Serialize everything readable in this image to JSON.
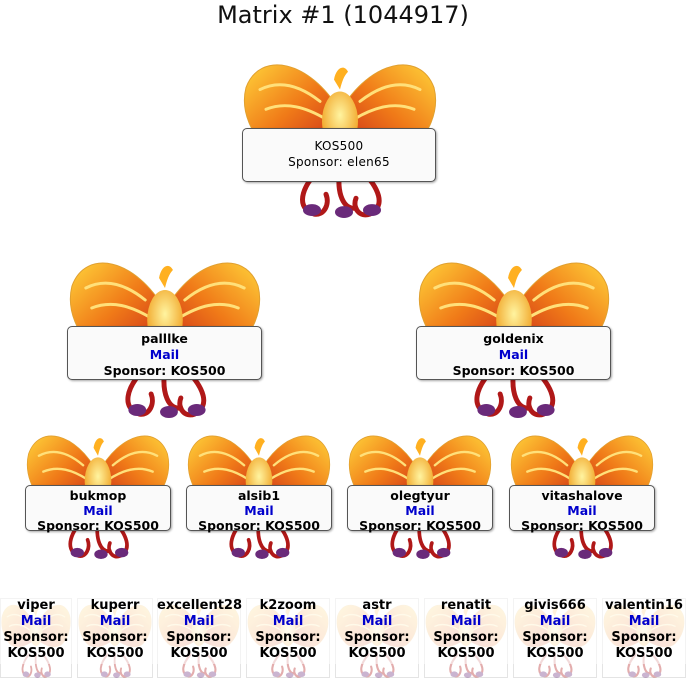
{
  "title": "Matrix #1 (1044917)",
  "labels": {
    "mail": "Mail",
    "sponsor": "Sponsor:"
  },
  "colors": {
    "mail": "#0000cc",
    "card_border": "#555555"
  },
  "root": {
    "name": "KOS500",
    "sponsor": "elen65"
  },
  "level1": [
    {
      "name": "palllke",
      "sponsor": "KOS500"
    },
    {
      "name": "goldenix",
      "sponsor": "KOS500"
    }
  ],
  "level2": [
    {
      "name": "bukmop",
      "sponsor": "KOS500"
    },
    {
      "name": "alsib1",
      "sponsor": "KOS500"
    },
    {
      "name": "olegtyur",
      "sponsor": "KOS500"
    },
    {
      "name": "vitashalove",
      "sponsor": "KOS500"
    }
  ],
  "level3": [
    {
      "name": "viper",
      "sponsor": "KOS500"
    },
    {
      "name": "kuperr",
      "sponsor": "KOS500"
    },
    {
      "name": "excellent28",
      "sponsor": "KOS500"
    },
    {
      "name": "k2zoom",
      "sponsor": "KOS500"
    },
    {
      "name": "astr",
      "sponsor": "KOS500"
    },
    {
      "name": "renatit",
      "sponsor": "KOS500"
    },
    {
      "name": "givis666",
      "sponsor": "KOS500"
    },
    {
      "name": "valentin16",
      "sponsor": "KOS500"
    }
  ]
}
